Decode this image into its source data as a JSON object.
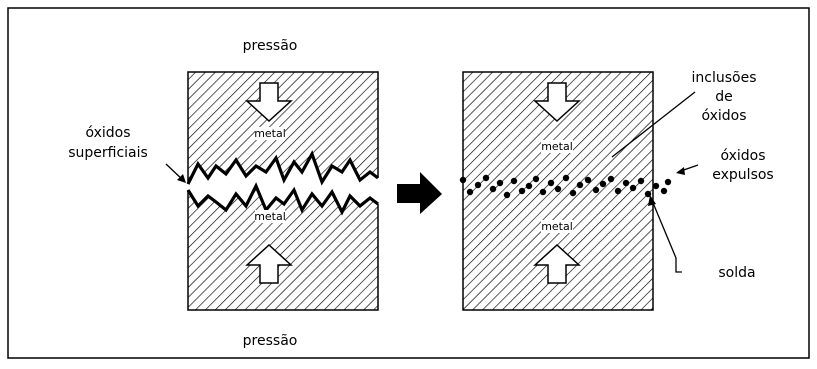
{
  "left_panel": {
    "top_label": "pressão",
    "bottom_label": "pressão",
    "metal_top_label": "metal",
    "metal_bottom_label": "metal",
    "oxide_label_line1": "óxidos",
    "oxide_label_line2": "superficiais"
  },
  "right_panel": {
    "metal_top_label": "metal",
    "metal_bottom_label": "metal",
    "inclusions_line1": "inclusões",
    "inclusions_line2": "de",
    "inclusions_line3": "óxidos",
    "expelled_line1": "óxidos",
    "expelled_line2": "expulsos",
    "weld_label": "solda"
  },
  "colors": {
    "line": "#000000",
    "background": "#ffffff"
  },
  "icons": {
    "transition": "right-arrow-icon",
    "pressure": "pressure-arrow-icon"
  }
}
